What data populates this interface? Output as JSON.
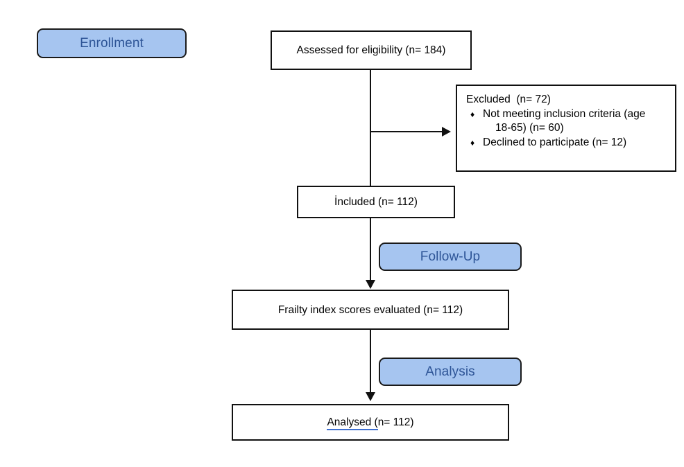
{
  "diagram": {
    "title": "CONSORT participant flow diagram",
    "colors": {
      "stage_fill": "#A6C5F0",
      "stage_text": "#2E5597",
      "box_border": "#111111",
      "box_fill": "#FFFFFF",
      "underline": "#3E6FD1"
    }
  },
  "stages": {
    "enrollment": "Enrollment",
    "follow_up": "Follow-Up",
    "analysis": "Analysis"
  },
  "nodes": {
    "assessed": "Assessed for eligibility (n= 184)",
    "included": "İncluded (n= 112)",
    "frailty": "Frailty index scores evaluated (n= 112)",
    "analysed_label": "Analysed  (",
    "analysed_count": "n= 112)"
  },
  "excluded": {
    "title": "Excluded  (n= 72)",
    "bullet_glyph": "♦",
    "items": [
      {
        "line1": "Not meeting inclusion criteria (age",
        "line2": "18-65) (n= 60)"
      },
      {
        "line1": "Declined to participate (n= 12)",
        "line2": ""
      }
    ]
  }
}
